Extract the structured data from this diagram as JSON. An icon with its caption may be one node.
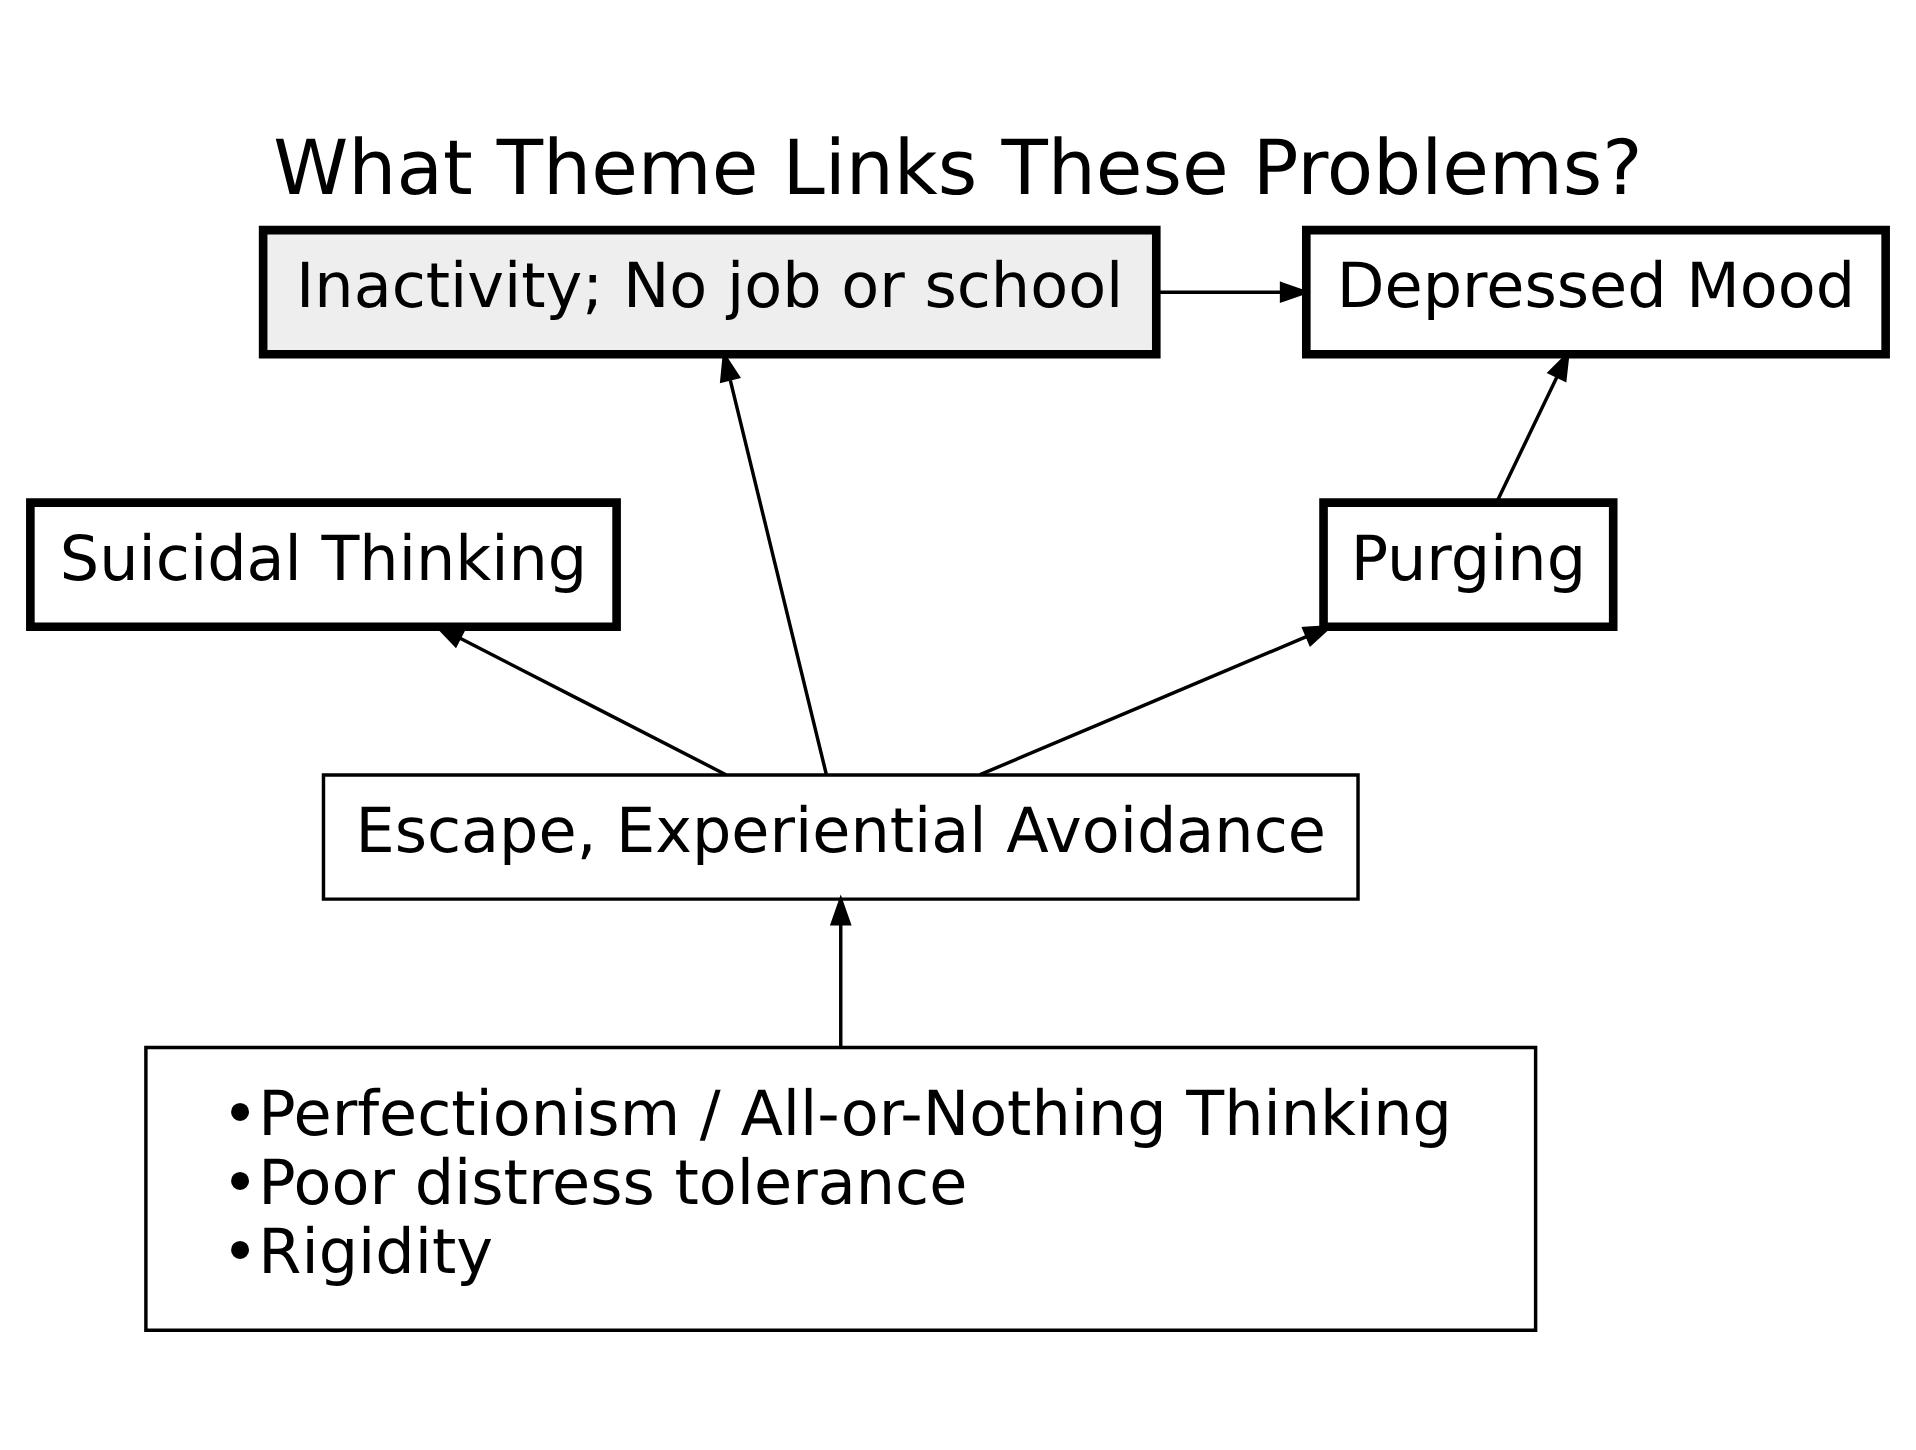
{
  "diagram": {
    "title": "What Theme Links These Problems?",
    "nodes": [
      {
        "text": [
          "Suicidal Thinking"
        ]
      },
      {
        "text": [
          "Purging"
        ]
      },
      {
        "text": [
          "Inactivity; No job or school"
        ]
      },
      {
        "text": [
          "Depressed Mood"
        ]
      },
      {
        "text": [
          "Escape, Experiential Avoidance"
        ]
      },
      {
        "text": [
          "•Perfectionism / All-or-Nothing Thinking",
          "•Poor distress tolerance",
          "•Rigidity"
        ]
      }
    ],
    "edges": [
      {
        "from": 4,
        "to": 0,
        "arrow": "to"
      },
      {
        "from": 4,
        "to": 2,
        "arrow": "to"
      },
      {
        "from": 4,
        "to": 1,
        "arrow": "to"
      },
      {
        "from": 1,
        "to": 3,
        "arrow": "to"
      },
      {
        "from": 2,
        "to": 3,
        "arrow": "to"
      },
      {
        "from": 5,
        "to": 4,
        "arrow": "to"
      }
    ]
  }
}
